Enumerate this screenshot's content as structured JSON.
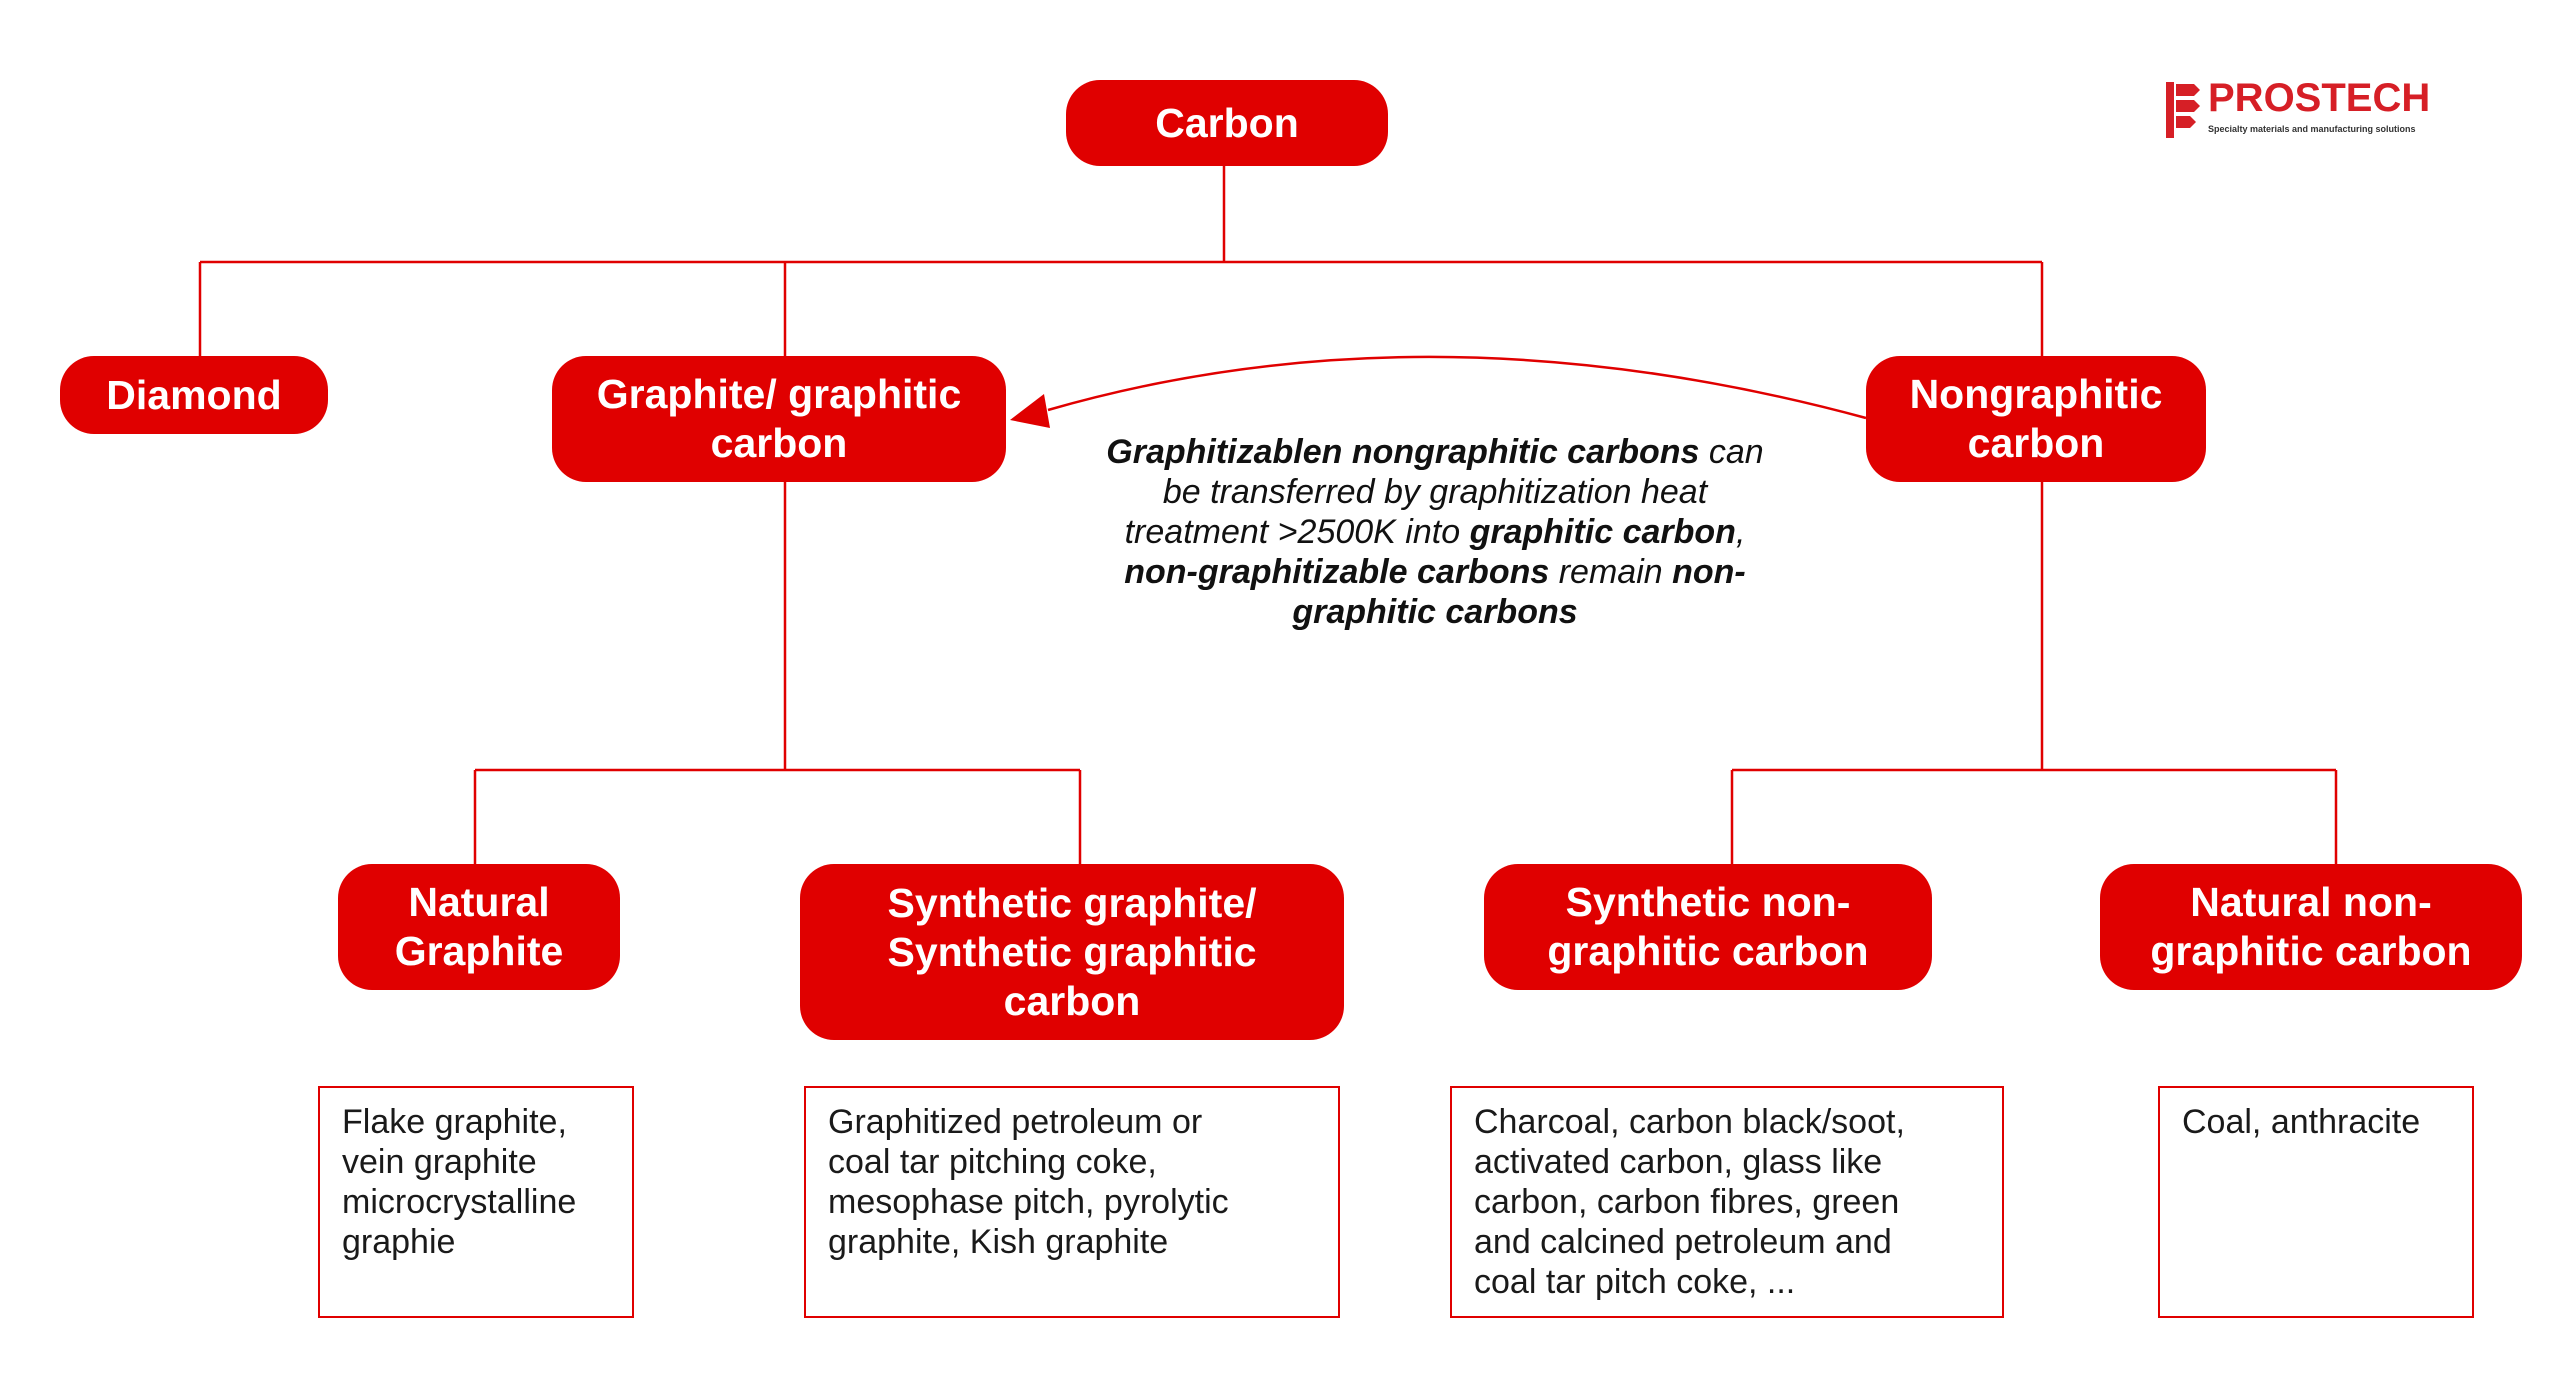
{
  "colors": {
    "accent": "#e00000",
    "text": "#1a1a1a",
    "logo": "#d61f26"
  },
  "logo": {
    "icon": "prostech-logo-icon",
    "name": "PROSTECH",
    "tagline": "Specialty materials and manufacturing solutions"
  },
  "nodes": {
    "carbon": "Carbon",
    "diamond": "Diamond",
    "graphite": "Graphite/ graphitic\ncarbon",
    "nongraphitic": "Nongraphitic\ncarbon",
    "natural_graphite": "Natural\nGraphite",
    "synthetic_graphite": "Synthetic graphite/\nSynthetic graphitic\ncarbon",
    "synthetic_nongraphitic": "Synthetic non-\ngraphitic carbon",
    "natural_nongraphitic": "Natural non-\ngraphitic carbon"
  },
  "note": [
    {
      "text": "Graphitizablen nongraphitic carbons",
      "bold": true
    },
    {
      "text": " can be transferred by graphitization heat treatment >2500K into ",
      "bold": false
    },
    {
      "text": "graphitic carbon",
      "bold": true
    },
    {
      "text": ", ",
      "bold": false
    },
    {
      "text": "non-graphitizable carbons",
      "bold": true
    },
    {
      "text": " remain ",
      "bold": false
    },
    {
      "text": "non-graphitic carbons",
      "bold": true
    }
  ],
  "examples": {
    "natural_graphite": "Flake graphite,\nvein graphite\nmicrocrystalline\ngraphie",
    "synthetic_graphite": "Graphitized petroleum or\ncoal tar pitching coke,\nmesophase pitch, pyrolytic\ngraphite, Kish graphite",
    "synthetic_nongraphitic": "Charcoal, carbon black/soot,\nactivated carbon, glass like\ncarbon, carbon fibres, green\nand calcined petroleum and\ncoal tar pitch coke, ...",
    "natural_nongraphitic": "Coal, anthracite"
  }
}
